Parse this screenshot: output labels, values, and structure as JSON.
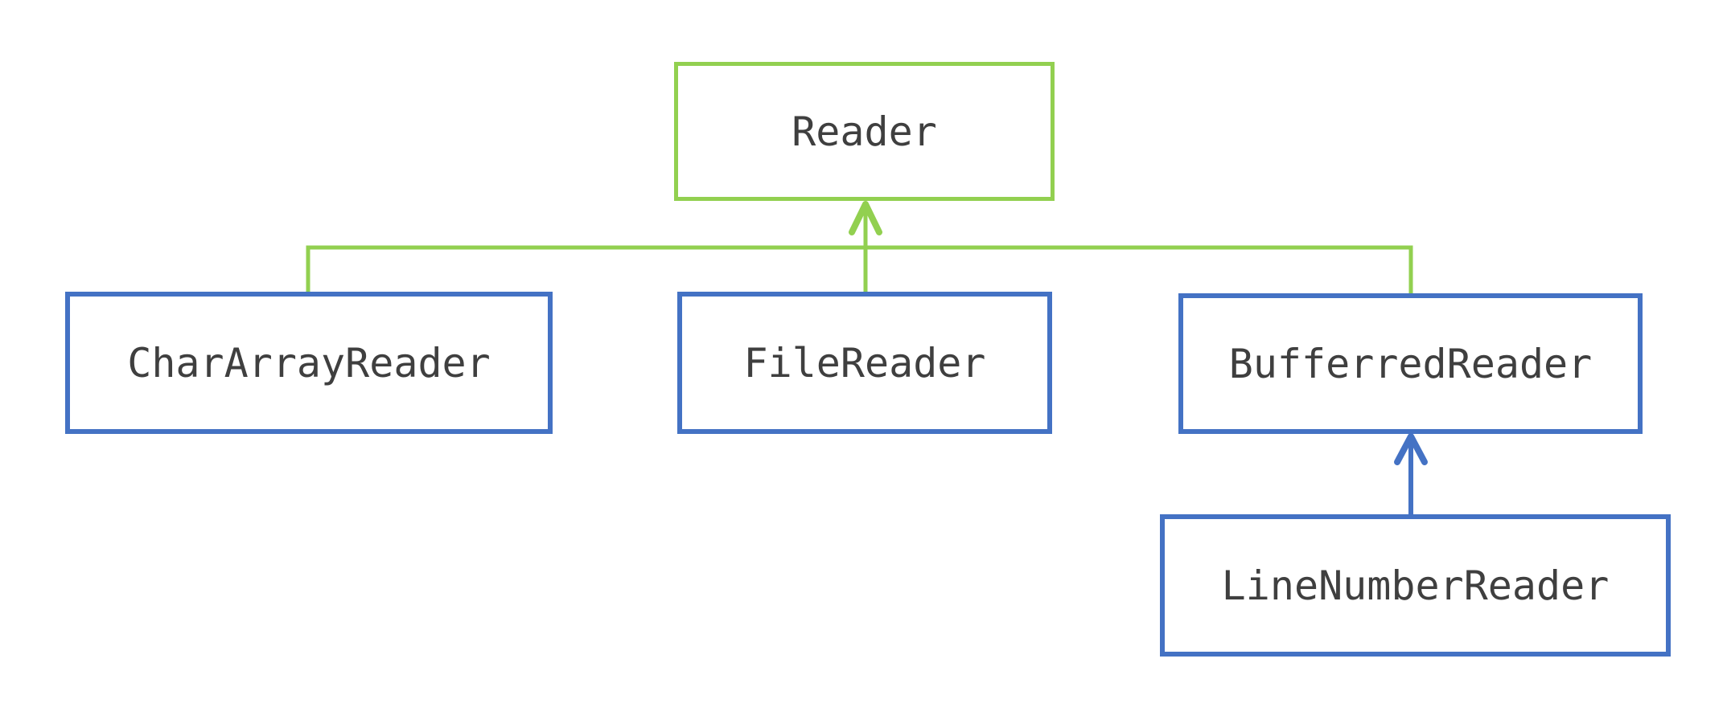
{
  "diagram": {
    "type": "class-hierarchy",
    "colors": {
      "green": "#92d050",
      "blue": "#4472c4",
      "text": "#3f3f3f",
      "background": "#ffffff"
    },
    "nodes": [
      {
        "id": "reader",
        "label": "Reader",
        "border_color": "#92d050"
      },
      {
        "id": "char-array-reader",
        "label": "CharArrayReader",
        "border_color": "#4472c4"
      },
      {
        "id": "file-reader",
        "label": "FileReader",
        "border_color": "#4472c4"
      },
      {
        "id": "bufferred-reader",
        "label": "BufferredReader",
        "border_color": "#4472c4"
      },
      {
        "id": "line-number-reader",
        "label": "LineNumberReader",
        "border_color": "#4472c4"
      }
    ],
    "edges": [
      {
        "from": "CharArrayReader",
        "to": "Reader",
        "color": "#92d050"
      },
      {
        "from": "FileReader",
        "to": "Reader",
        "color": "#92d050"
      },
      {
        "from": "BufferredReader",
        "to": "Reader",
        "color": "#92d050"
      },
      {
        "from": "LineNumberReader",
        "to": "BufferredReader",
        "color": "#4472c4"
      }
    ]
  }
}
